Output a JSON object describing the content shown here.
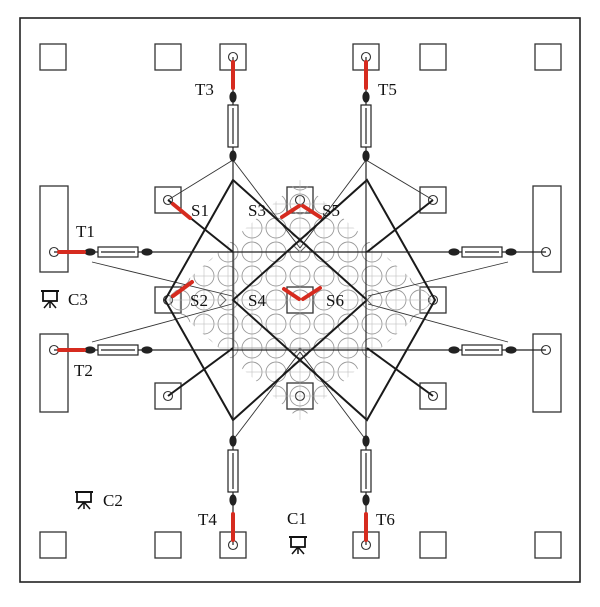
{
  "labels": {
    "t1": "T1",
    "t2": "T2",
    "t3": "T3",
    "t4": "T4",
    "t5": "T5",
    "t6": "T6",
    "s1": "S1",
    "s2": "S2",
    "s3": "S3",
    "s4": "S4",
    "s5": "S5",
    "s6": "S6",
    "c1": "C1",
    "c2": "C2",
    "c3": "C3"
  },
  "colors": {
    "line": "#1a1a1a",
    "strain_gauge": "#d62b1f",
    "membrane": "#9a9a9a"
  },
  "icons": {
    "camera": "camera-on-tripod-icon",
    "turnbuckle": "turnbuckle-tensioner-icon"
  }
}
